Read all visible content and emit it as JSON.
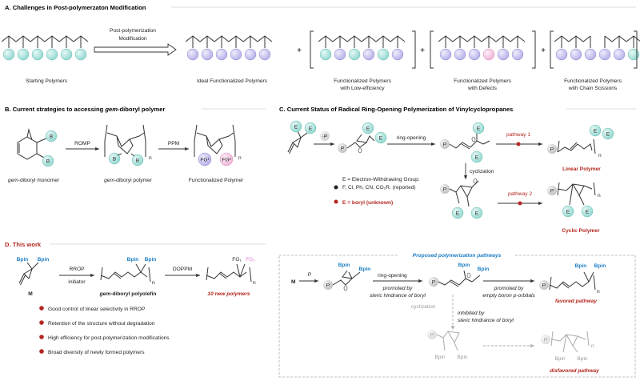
{
  "sectionA": {
    "title": "A. Challenges in Post-polymerzaton Modification",
    "arrow_label_1": "Post-polymerization",
    "arrow_label_2": "Modification",
    "plus": "+",
    "labels": {
      "starting": "Starting Polymers",
      "ideal": "Ideal Functionalized Polymers",
      "low_eff_1": "Functionalized Polymers",
      "low_eff_2": "with Low-efficiency",
      "defects_1": "Functionalized Polymers",
      "defects_2": "with Defects",
      "scission_1": "Functionalized Polymers",
      "scission_2": "with Chain Scissions"
    }
  },
  "sectionB": {
    "title_prefix": "B. Current strategies to accessing ",
    "title_em": "gem",
    "title_suffix": "-diboryl polymer",
    "atom_B": "B",
    "romp": "ROMP",
    "ppm": "PPM",
    "n": "n",
    "fg1": "FG¹",
    "fg2": "FG²",
    "monomer_em": "gem",
    "monomer_rest": "-diboryl monomer",
    "polymer_em": "gem",
    "polymer_rest": "-diboryl polymer",
    "functionalized": "Functionalized Polymer"
  },
  "sectionC": {
    "title": "C. Current Status of Radical Ring-Opening Polymerization of Vinylcyclopropanes",
    "atom_E": "E",
    "atom_P": "P",
    "minus_P": "·P",
    "ring_opening": "ring-opening",
    "pathway1": "pathway 1",
    "pathway2": "pathway 2",
    "cyclization": "cyclization",
    "linear": "Linear Polymer",
    "cyclic": "Cyclic Polymer",
    "def1": "E = Electron-Withdrawing Group:",
    "def2": "F,  Cl, Ph, CN, CO₂R. (reported)",
    "def3": "E = boryl (unknown)",
    "n": "n"
  },
  "sectionD": {
    "title": "D. This work",
    "bpin": "Bpin",
    "rrop": "RROP",
    "initiator": "initiator",
    "doppm": "DOPPM",
    "n": "n",
    "fg1": "FG₁",
    "fg2": "FG₂",
    "M": "M",
    "product_em": "gem",
    "product_rest": "-diboryl polyolefin",
    "new_polymers": "10 new polymers",
    "bullets": [
      "Good control of linear selectivity in RROP",
      "Retention of the structure without degradation",
      "High efficiency for post-polymerization modifications",
      "Broad diversity of newly formed polymers"
    ],
    "box": {
      "title": "Proposed polymerization pathways",
      "M": "M",
      "minus_P": "·P",
      "P": "P",
      "ring_opening": "ring-opening",
      "promoted1_a": "promoted by",
      "promoted1_b": "steric hindrance of boryl",
      "promoted2_a": "promoted by",
      "promoted2_b": "empty boron p-orbitals",
      "favored": "favored pathway",
      "cyclization": "cyclization",
      "inhibited_a": "inhibited by",
      "inhibited_b": "steric hindrance of boryl",
      "disfavored": "disfavored pathway"
    }
  },
  "colors": {
    "teal": "#a8e3dc",
    "lilac": "#c7c4ee",
    "pink": "#f6c9e4",
    "accent_red": "#b3261e",
    "accent_blue": "#1a7cc4"
  }
}
